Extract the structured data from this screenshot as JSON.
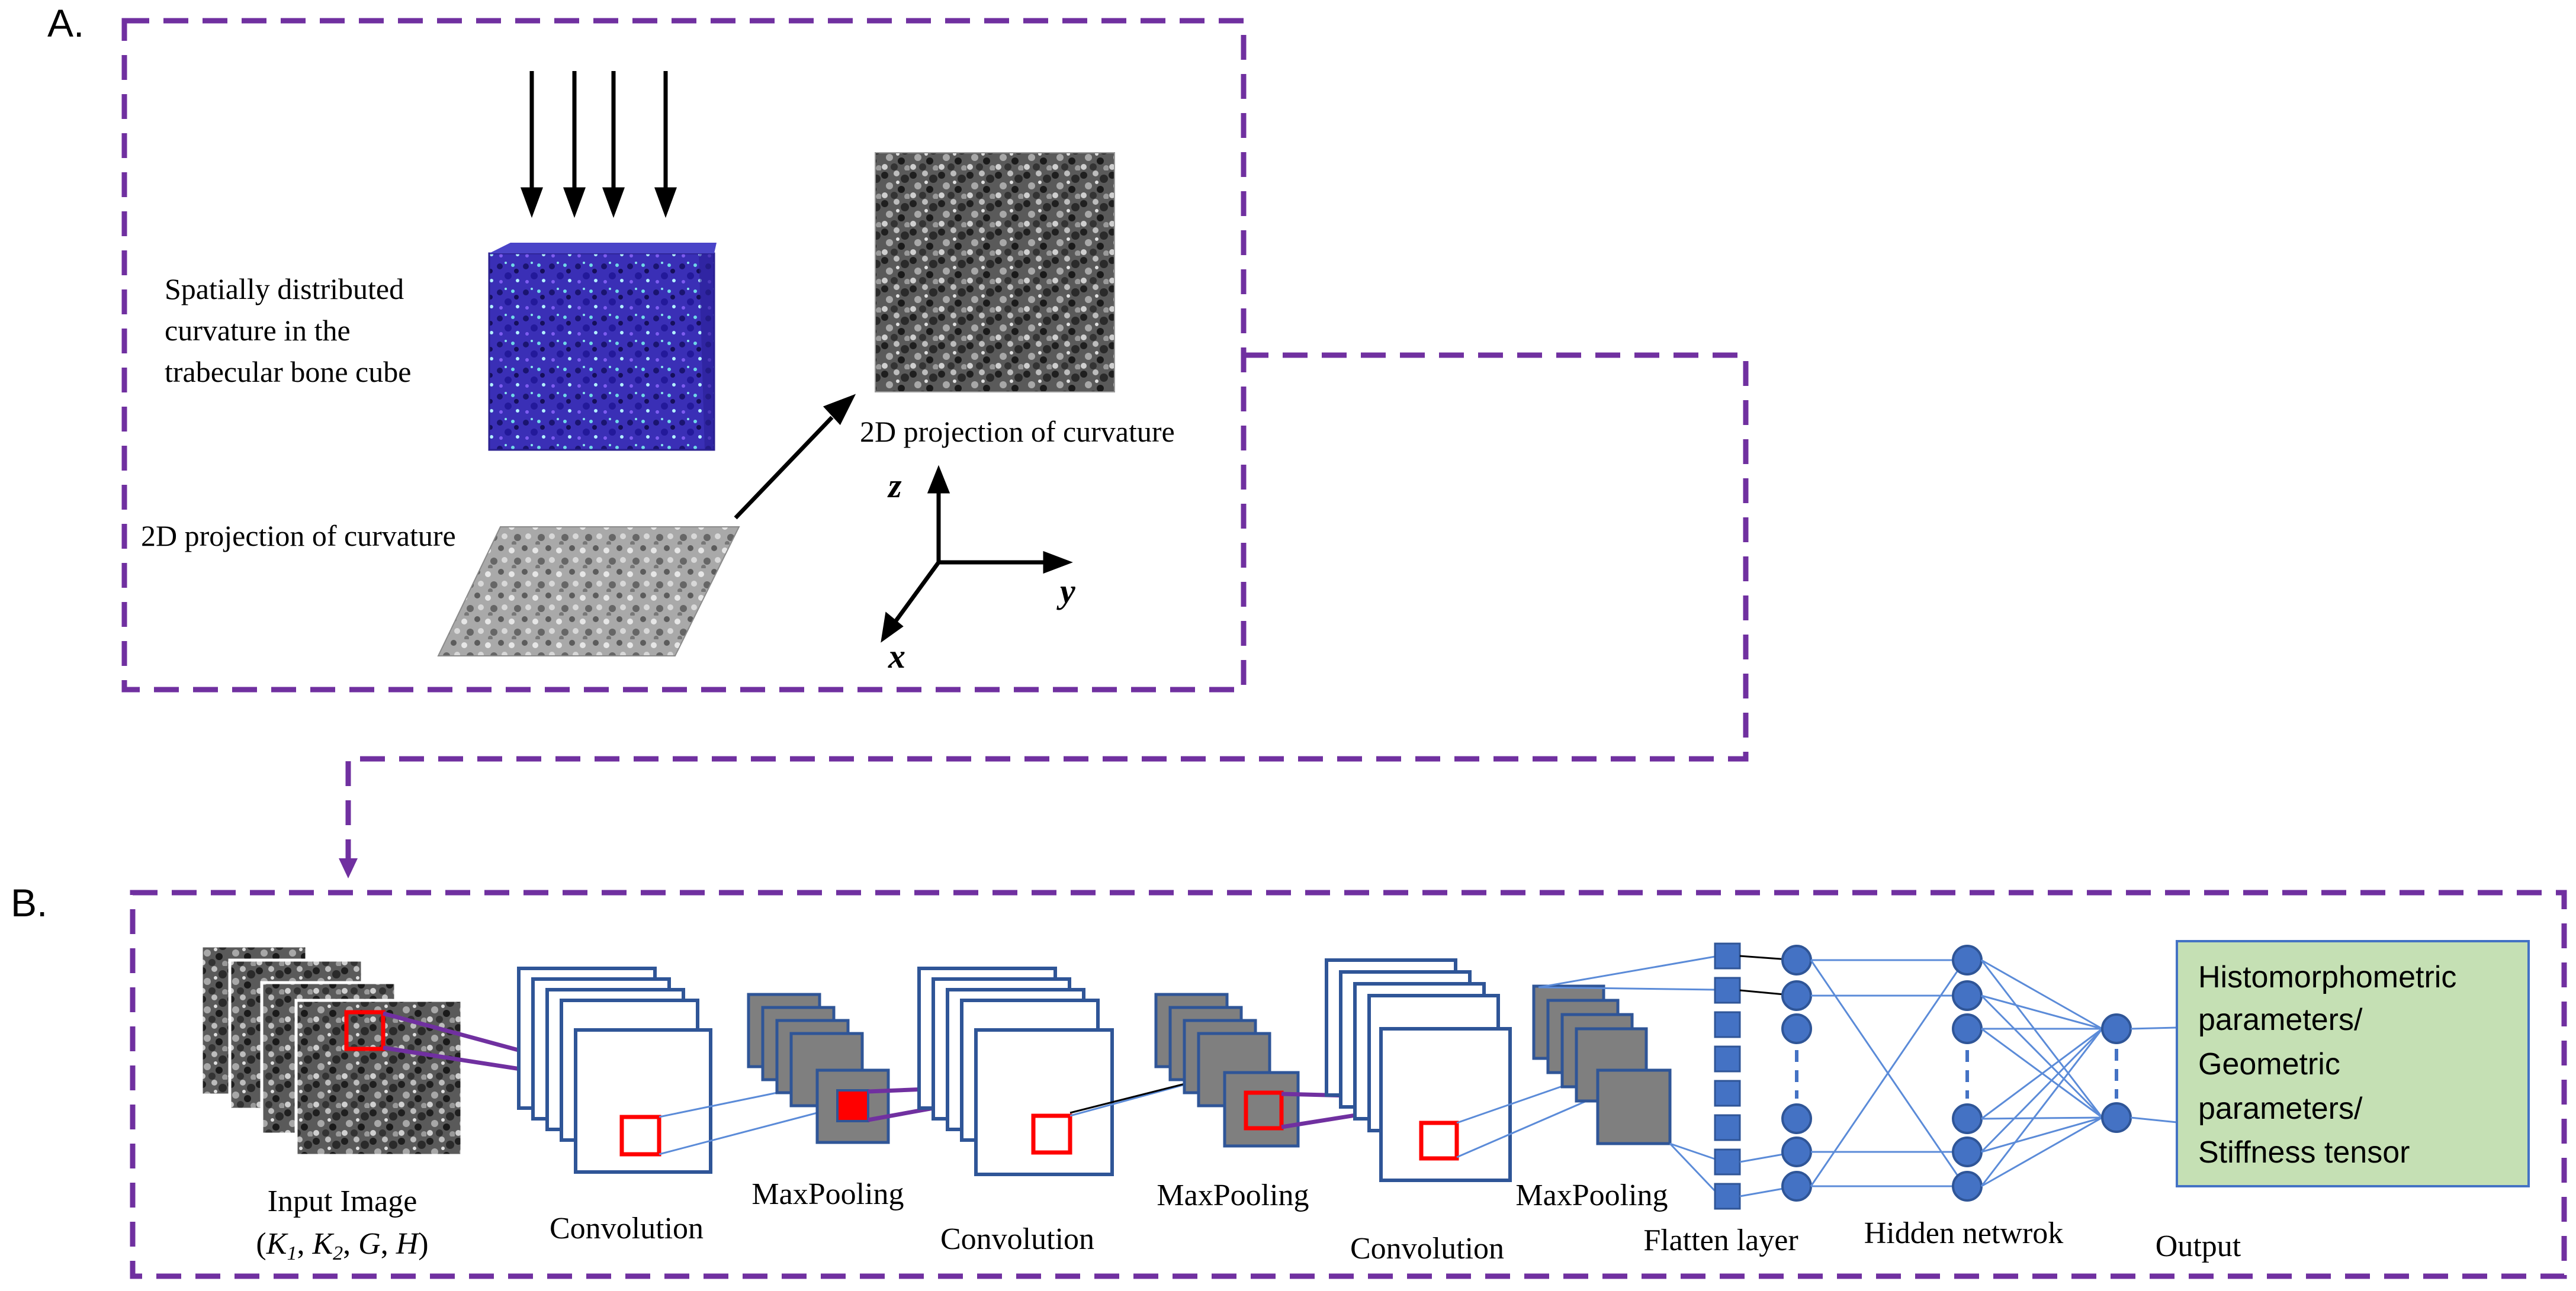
{
  "panel_a": {
    "letter": "A.",
    "cube_label": [
      "Spatially distributed",
      "curvature in the",
      "trabecular bone cube"
    ],
    "projection_label_left": "2D projection of curvature",
    "projection_label_right": "2D projection of curvature",
    "axes": {
      "z": "z",
      "y": "y",
      "x": "x"
    }
  },
  "panel_b": {
    "letter": "B.",
    "input_label": "Input Image",
    "input_vars": {
      "k1": "K",
      "k1_sub": "1",
      "k2": "K",
      "k2_sub": "2",
      "g": "G",
      "h": "H"
    },
    "conv1_label": "Convolution",
    "pool1_label": "MaxPooling",
    "conv2_label": "Convolution",
    "pool2_label": "MaxPooling",
    "conv3_label": "Convolution",
    "pool3_label": "MaxPooling",
    "flatten_label": "Flatten layer",
    "hidden_label": "Hidden netwrok",
    "output_label": "Output",
    "output_box": [
      "Histomorphometric",
      "parameters/",
      "Geometric",
      "parameters/",
      "Stiffness tensor"
    ]
  },
  "colors": {
    "frame": "#7030A0",
    "layer_edge": "#2F5597",
    "node_fill": "#4472C4",
    "node_edge": "#2F5597",
    "link": "#5B8BD8",
    "kernel": "#FF0000",
    "pool_fill": "#7F7F7F",
    "output_fill": "#C5E0B4",
    "output_edge": "#4472C4",
    "cube": "#3B2DB8"
  }
}
